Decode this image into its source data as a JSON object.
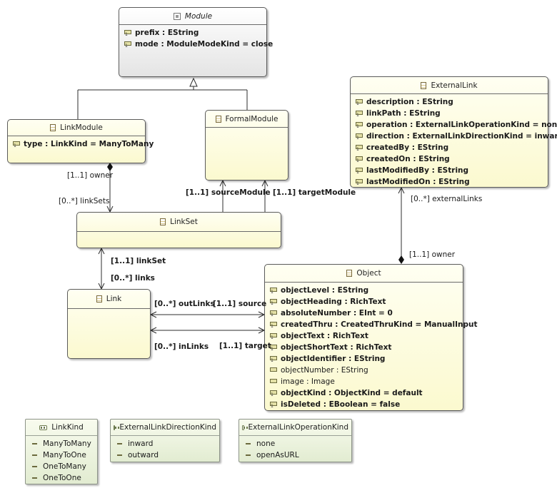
{
  "classes": {
    "module": {
      "name": "Module",
      "attributes": [
        {
          "text": "prefix : EString",
          "required": true
        },
        {
          "text": "mode : ModuleModeKind = close",
          "required": true
        }
      ]
    },
    "linkModule": {
      "name": "LinkModule",
      "attributes": [
        {
          "text": "type : LinkKind = ManyToMany",
          "required": true
        }
      ]
    },
    "formalModule": {
      "name": "FormalModule",
      "attributes": []
    },
    "externalLink": {
      "name": "ExternalLink",
      "attributes": [
        {
          "text": "description : EString",
          "required": true
        },
        {
          "text": "linkPath : EString",
          "required": true
        },
        {
          "text": "operation : ExternalLinkOperationKind = none",
          "required": true
        },
        {
          "text": "direction : ExternalLinkDirectionKind = inward",
          "required": true
        },
        {
          "text": "createdBy : EString",
          "required": true
        },
        {
          "text": "createdOn : EString",
          "required": true
        },
        {
          "text": "lastModifiedBy : EString",
          "required": true
        },
        {
          "text": "lastModifiedOn : EString",
          "required": true
        }
      ]
    },
    "linkSet": {
      "name": "LinkSet",
      "attributes": []
    },
    "link": {
      "name": "Link",
      "attributes": []
    },
    "object": {
      "name": "Object",
      "attributes": [
        {
          "text": "objectLevel : EString",
          "required": true
        },
        {
          "text": "objectHeading : RichText",
          "required": true
        },
        {
          "text": "absoluteNumber : EInt = 0",
          "required": true
        },
        {
          "text": "createdThru : CreatedThruKind = ManualInput",
          "required": true
        },
        {
          "text": "objectText : RichText",
          "required": true
        },
        {
          "text": "objectShortText : RichText",
          "required": true
        },
        {
          "text": "objectIdentifier : EString",
          "required": true
        },
        {
          "text": "objectNumber : EString",
          "required": false
        },
        {
          "text": "image : Image",
          "required": false
        },
        {
          "text": "objectKind : ObjectKind = default",
          "required": true
        },
        {
          "text": "isDeleted : EBoolean = false",
          "required": true
        }
      ]
    }
  },
  "enums": {
    "linkKind": {
      "name": "LinkKind",
      "literals": [
        "ManyToMany",
        "ManyToOne",
        "OneToMany",
        "OneToOne"
      ]
    },
    "directionKind": {
      "name": "ExternalLinkDirectionKind",
      "literals": [
        "inward",
        "outward"
      ]
    },
    "operationKind": {
      "name": "ExternalLinkOperationKind",
      "literals": [
        "none",
        "openAsURL"
      ]
    }
  },
  "associations": {
    "owner_lm": "[1..1] owner",
    "linkSets": "[0..*] linkSets",
    "sourceModule": "[1..1] sourceModule",
    "targetModule": "[1..1] targetModule",
    "linkSet": "[1..1] linkSet",
    "links": "[0..*] links",
    "outLinks": "[0..*] outLinks",
    "source": "[1..1] source",
    "inLinks": "[0..*] inLinks",
    "target": "[1..1] target",
    "externalLinks": "[0..*] externalLinks",
    "owner_obj": "[1..1] owner"
  },
  "colors": {
    "class_fill": "#fbf9cf",
    "abstract_fill": "#e4e4e4",
    "enum_fill": "#e2ecd1",
    "line": "#333333"
  }
}
